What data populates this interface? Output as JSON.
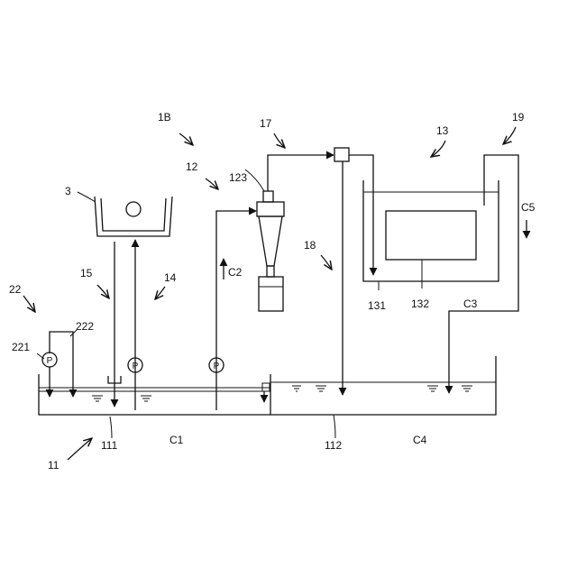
{
  "labels": {
    "l1B": "1B",
    "l3": "3",
    "l11": "11",
    "l12": "12",
    "l13": "13",
    "l14": "14",
    "l15": "15",
    "l17": "17",
    "l18": "18",
    "l19": "19",
    "l22": "22",
    "l111": "111",
    "l112": "112",
    "l123": "123",
    "l131": "131",
    "l132": "132",
    "l221": "221",
    "l222": "222",
    "c1": "C1",
    "c2": "C2",
    "c3": "C3",
    "c4": "C4",
    "c5": "C5"
  },
  "pump_symbol": "P"
}
